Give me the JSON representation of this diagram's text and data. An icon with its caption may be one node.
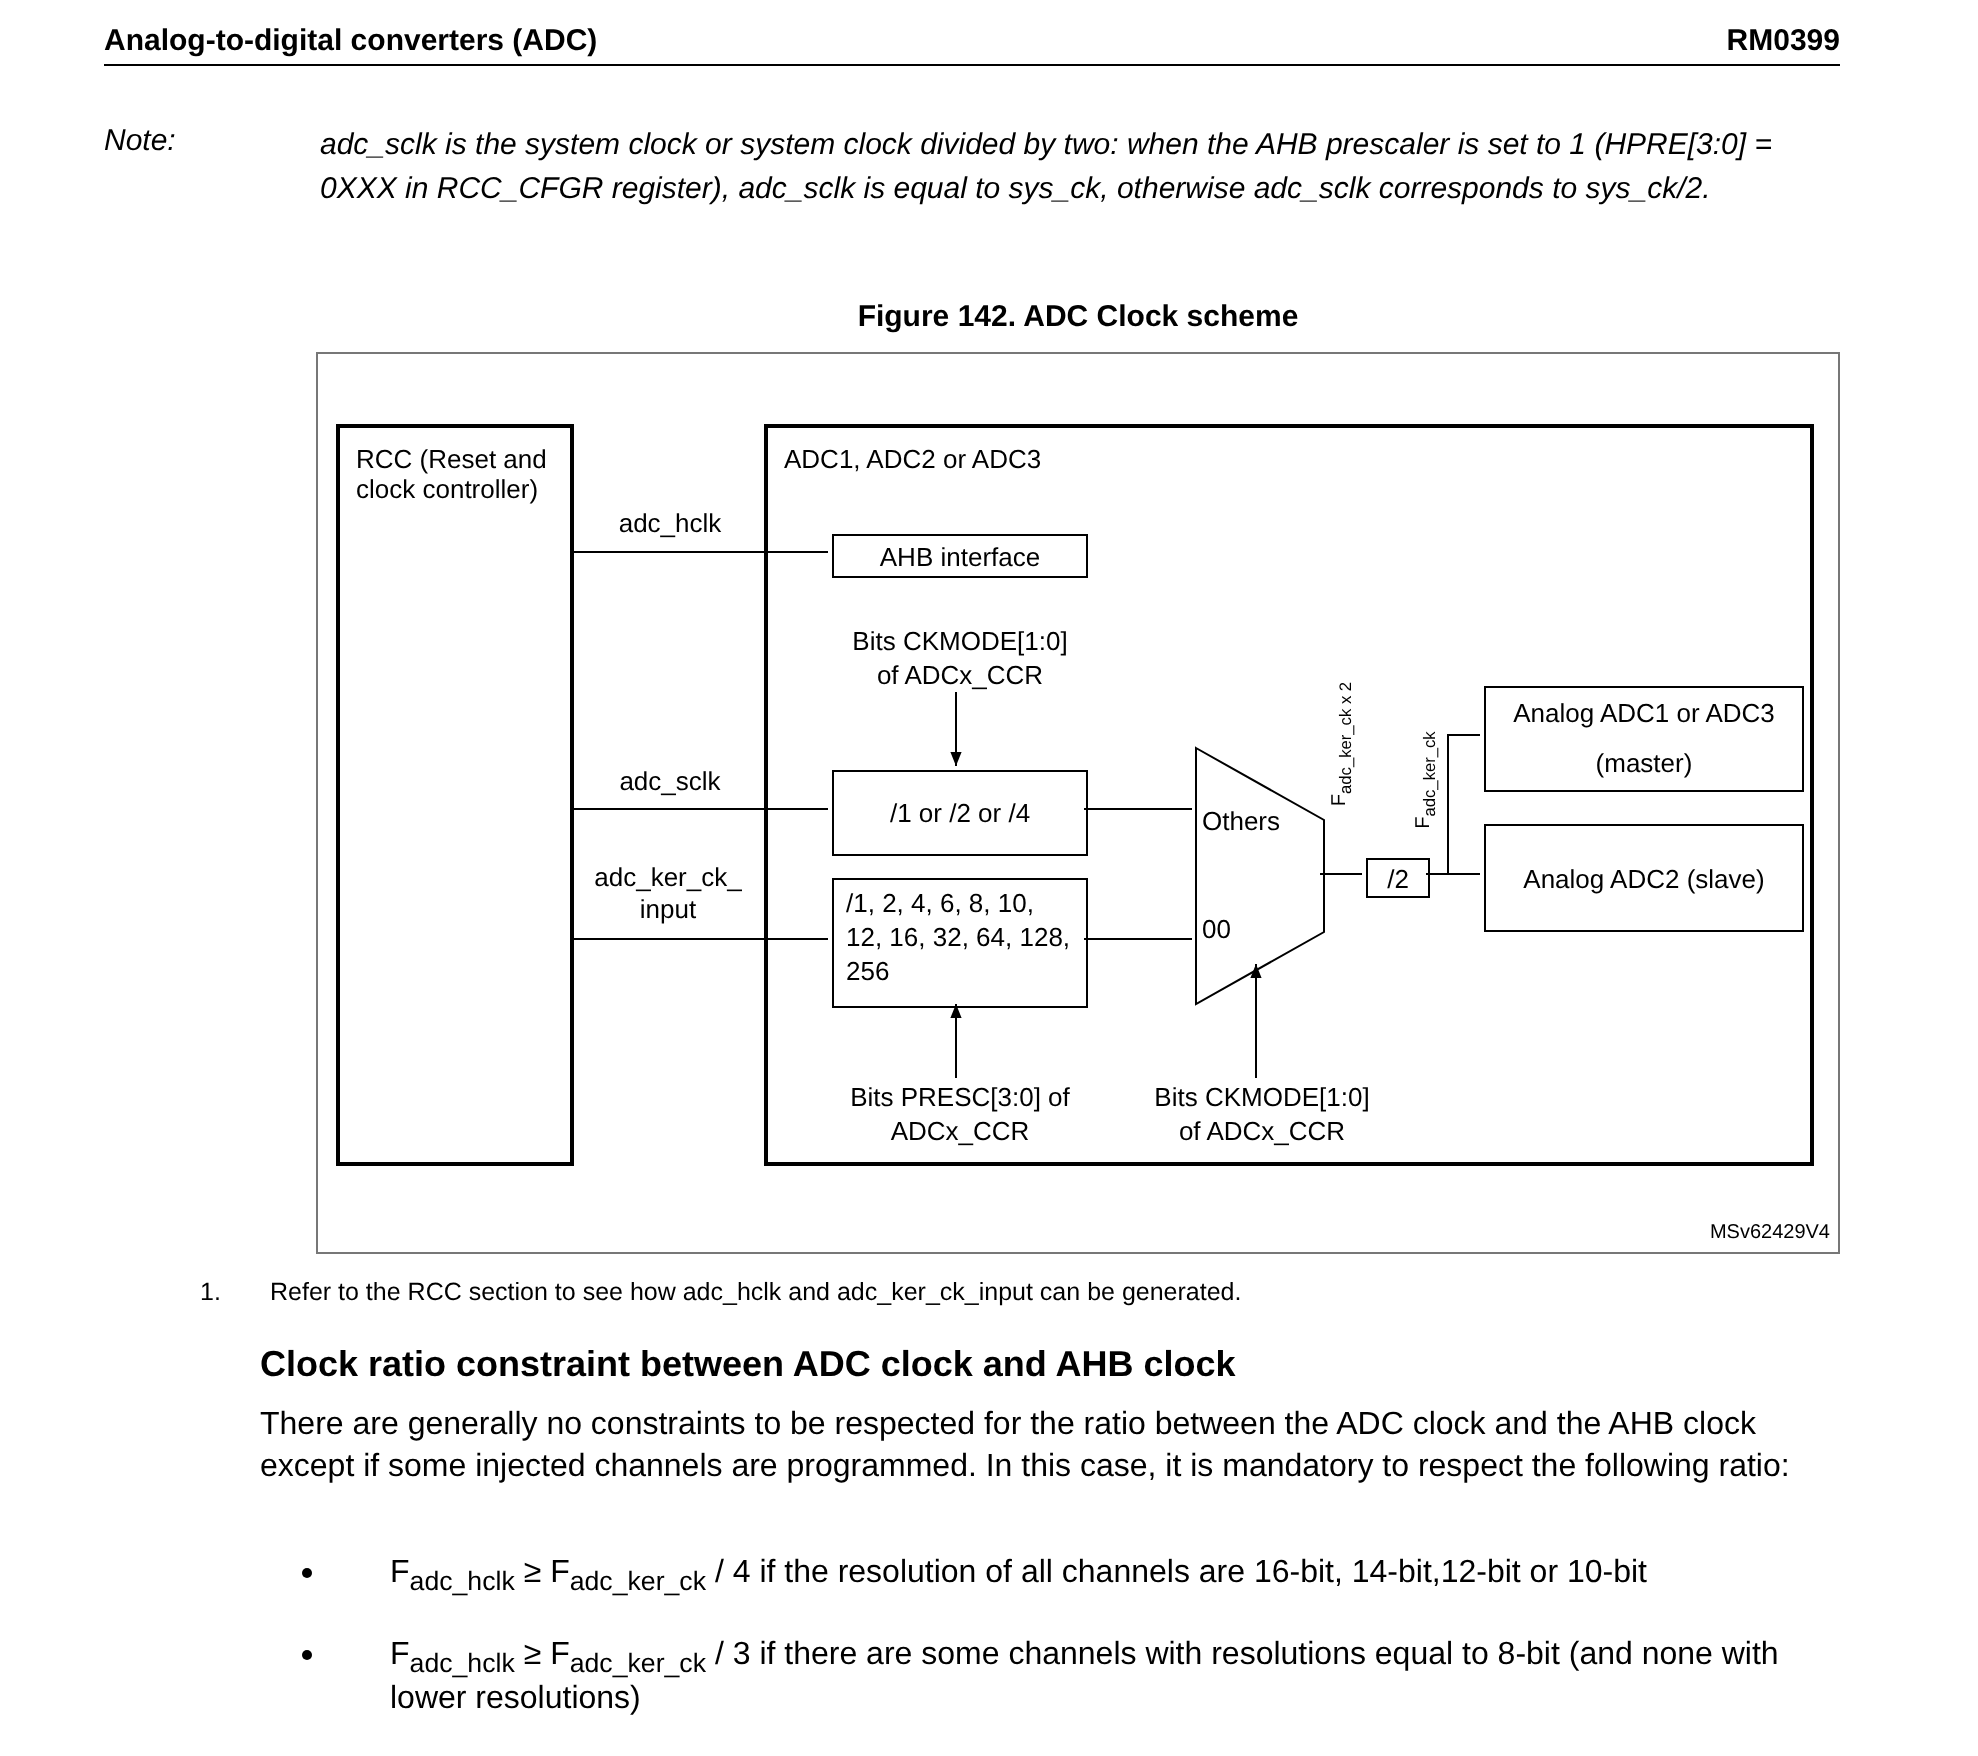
{
  "diagram": {
    "title": "Figure 142. ADC Clock scheme",
    "nodes": [
      {
        "text": [
          "RCC (Reset and clock controller)"
        ]
      },
      {
        "text": [
          "ADC1, ADC2 or ADC3"
        ]
      },
      {
        "text": [
          "AHB interface"
        ],
        "in": 1
      },
      {
        "text": [
          "Bits CKMODE[1:0] of ADCx_CCR"
        ],
        "in": 1
      },
      {
        "text": [
          "/1 or /2 or /4"
        ],
        "in": 1
      },
      {
        "text": [
          "/1, 2, 4, 6, 8, 10, 12, 16, 32, 64, 128, 256"
        ],
        "in": 1
      },
      {
        "text": [
          "Bits PRESC[3:0] of ADCx_CCR"
        ],
        "in": 1
      },
      {
        "text": [
          "Others",
          "00"
        ],
        "in": 1
      },
      {
        "text": [
          "Bits CKMODE[1:0] of ADCx_CCR"
        ],
        "in": 1
      },
      {
        "text": [
          "/2"
        ],
        "in": 1
      },
      {
        "text": [
          "Analog ADC1 or ADC3 (master)"
        ],
        "in": 1
      },
      {
        "text": [
          "Analog ADC2 (slave)"
        ],
        "in": 1
      }
    ],
    "edges": [
      {
        "from": 0,
        "to": 2,
        "arrow": "none",
        "label": "adc_hclk"
      },
      {
        "from": 0,
        "to": 4,
        "arrow": "none",
        "label": "adc_sclk"
      },
      {
        "from": 0,
        "to": 5,
        "arrow": "none",
        "label": "adc_ker_ck_ input"
      },
      {
        "from": 3,
        "to": 4,
        "arrow": "to"
      },
      {
        "from": 6,
        "to": 5,
        "arrow": "to"
      },
      {
        "from": 8,
        "to": 7,
        "arrow": "to"
      },
      {
        "from": 4,
        "to": 7,
        "arrow": "none"
      },
      {
        "from": 5,
        "to": 7,
        "arrow": "none"
      },
      {
        "from": 7,
        "to": 9,
        "arrow": "none",
        "label": "F$_{adc_ker_ck x 2}$"
      },
      {
        "from": 9,
        "to": 10,
        "arrow": "none",
        "label": "F$_{adc_ker_ck}$"
      },
      {
        "from": 9,
        "to": 11,
        "arrow": "none"
      }
    ],
    "labels": [
      "Analog-to-digital converters (ADC)",
      "RM0399",
      "Note:",
      "adc_sclk is the system clock or system clock divided by two: when the AHB prescaler is set to 1 (HPRE[3:0] = 0XXX in RCC_CFGR register), adc_sclk is equal to sys_ck, otherwise adc_sclk corresponds to sys_ck/2.",
      "MSv62429V4",
      "1.",
      "Refer to the RCC section to see how adc_hclk and adc_ker_ck_input can be generated.",
      "Clock ratio constraint between ADC clock and AHB clock",
      "There are generally no constraints to be respected for the ratio between the ADC clock and the AHB clock except if some injected channels are programmed. In this case, it is mandatory to respect the following ratio:",
      "F$_{adc_hclk}$ ≥ F$_{adc_ker_ck}$ / 4 if the resolution of all channels are 16-bit, 14-bit,12-bit or 10-bit",
      "F$_{adc_hclk}$ ≥ F$_{adc_ker_ck}$ / 3 if there are some channels with resolutions equal to 8-bit (and none with lower resolutions)"
    ]
  }
}
